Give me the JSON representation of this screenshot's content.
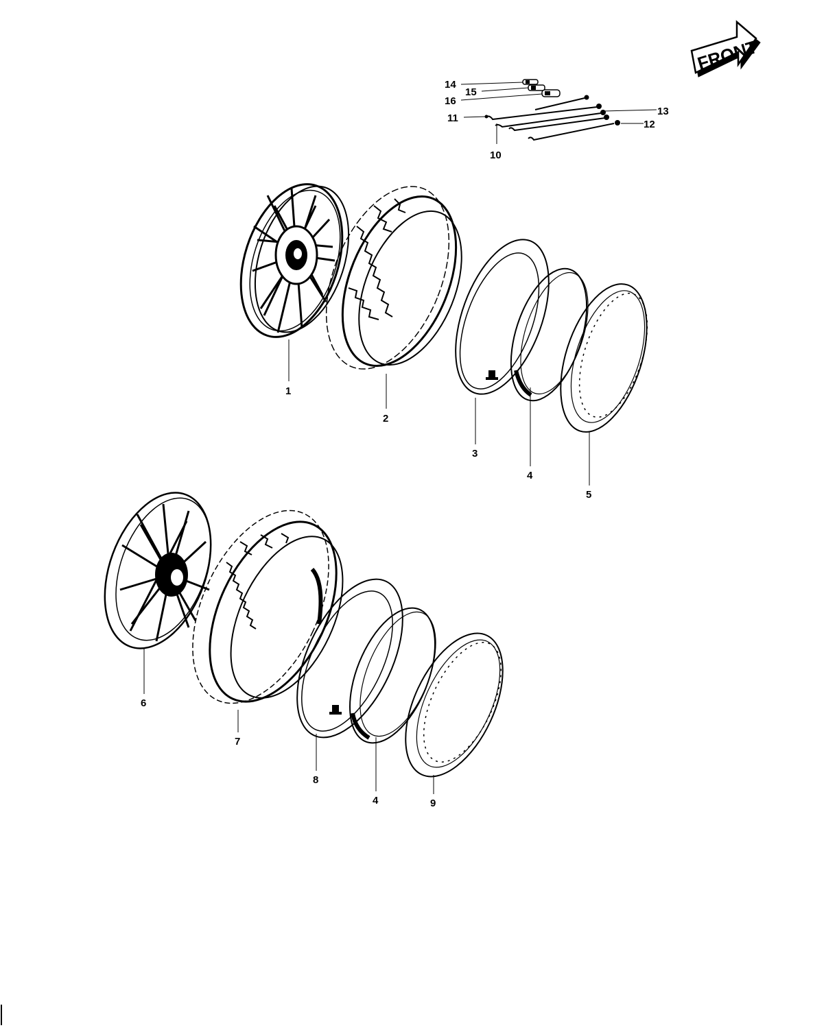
{
  "front_badge": {
    "text": "FRONT"
  },
  "callouts": [
    {
      "id": "c1",
      "label": "1"
    },
    {
      "id": "c2",
      "label": "2"
    },
    {
      "id": "c3",
      "label": "3"
    },
    {
      "id": "c4a",
      "label": "4"
    },
    {
      "id": "c5",
      "label": "5"
    },
    {
      "id": "c6",
      "label": "6"
    },
    {
      "id": "c7",
      "label": "7"
    },
    {
      "id": "c8",
      "label": "8"
    },
    {
      "id": "c4b",
      "label": "4"
    },
    {
      "id": "c9",
      "label": "9"
    },
    {
      "id": "c10",
      "label": "10"
    },
    {
      "id": "c11",
      "label": "11"
    },
    {
      "id": "c12",
      "label": "12"
    },
    {
      "id": "c13",
      "label": "13"
    },
    {
      "id": "c14",
      "label": "14"
    },
    {
      "id": "c15",
      "label": "15"
    },
    {
      "id": "c16",
      "label": "16"
    }
  ]
}
